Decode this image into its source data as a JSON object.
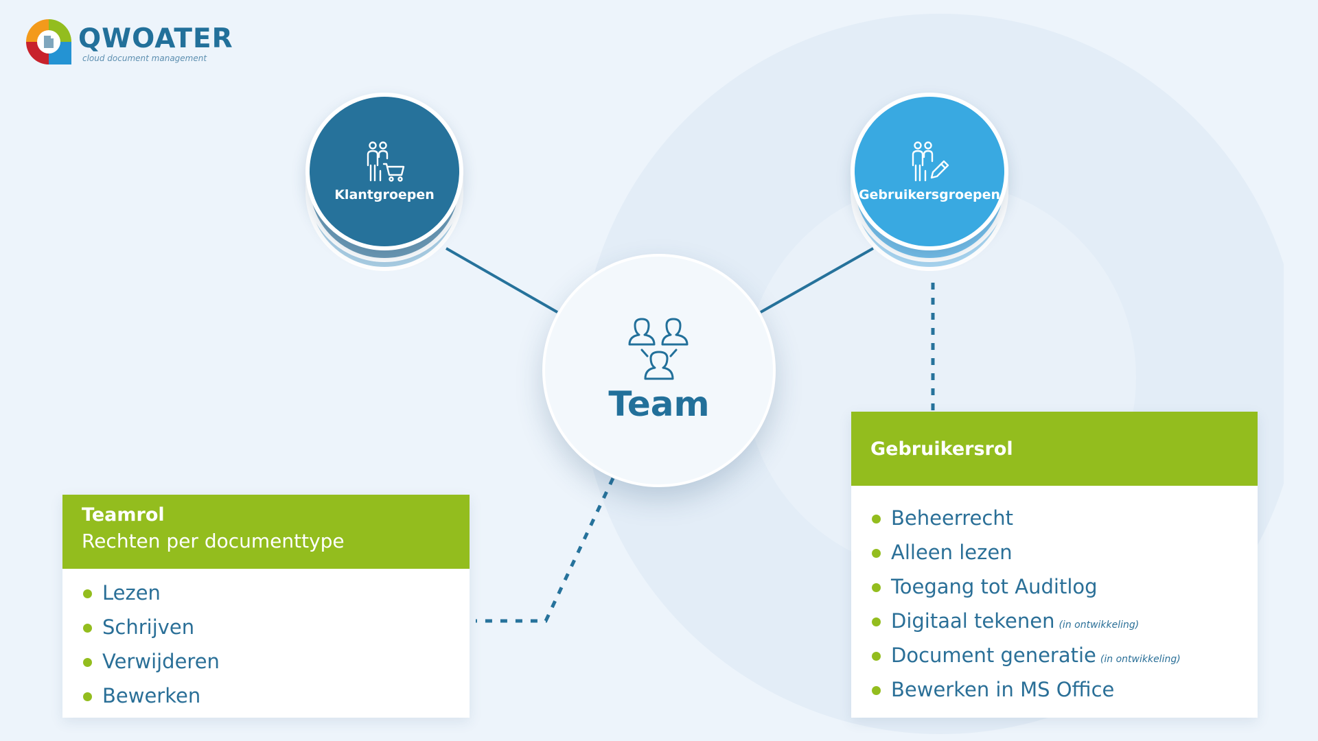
{
  "logo": {
    "name": "QWOATER",
    "tagline": "cloud document management",
    "colors": {
      "orange": "#f39a1b",
      "green": "#93bd1e",
      "red": "#c8222c",
      "blue": "#2493d3",
      "doc": "#7fa6bd"
    }
  },
  "groups": {
    "klantgroepen": {
      "label": "Klantgroepen",
      "icon": "people-cart-icon",
      "color": "#26729b"
    },
    "gebruikersgroepen": {
      "label": "Gebruikersgroepen",
      "icon": "people-pencil-icon",
      "color": "#39a9e1"
    }
  },
  "team": {
    "label": "Team",
    "icon": "team-people-icon",
    "color": "#22709a"
  },
  "teamrol": {
    "title": "Teamrol",
    "subtitle": "Rechten per documenttype",
    "items": [
      {
        "text": "Lezen"
      },
      {
        "text": "Schrijven"
      },
      {
        "text": "Verwijderen"
      },
      {
        "text": "Bewerken"
      }
    ]
  },
  "gebruikersrol": {
    "title": "Gebruikersrol",
    "items": [
      {
        "text": "Beheerrecht",
        "note": ""
      },
      {
        "text": "Alleen lezen",
        "note": ""
      },
      {
        "text": "Toegang tot Auditlog",
        "note": ""
      },
      {
        "text": "Digitaal tekenen",
        "note": "(in ontwikkeling)"
      },
      {
        "text": "Document generatie",
        "note": "(in ontwikkeling)"
      },
      {
        "text": "Bewerken in MS Office",
        "note": ""
      }
    ]
  },
  "colors": {
    "accent_green": "#93bd1e",
    "text_blue": "#2a6f97",
    "connector": "#26729b",
    "background": "#edf4fb"
  }
}
